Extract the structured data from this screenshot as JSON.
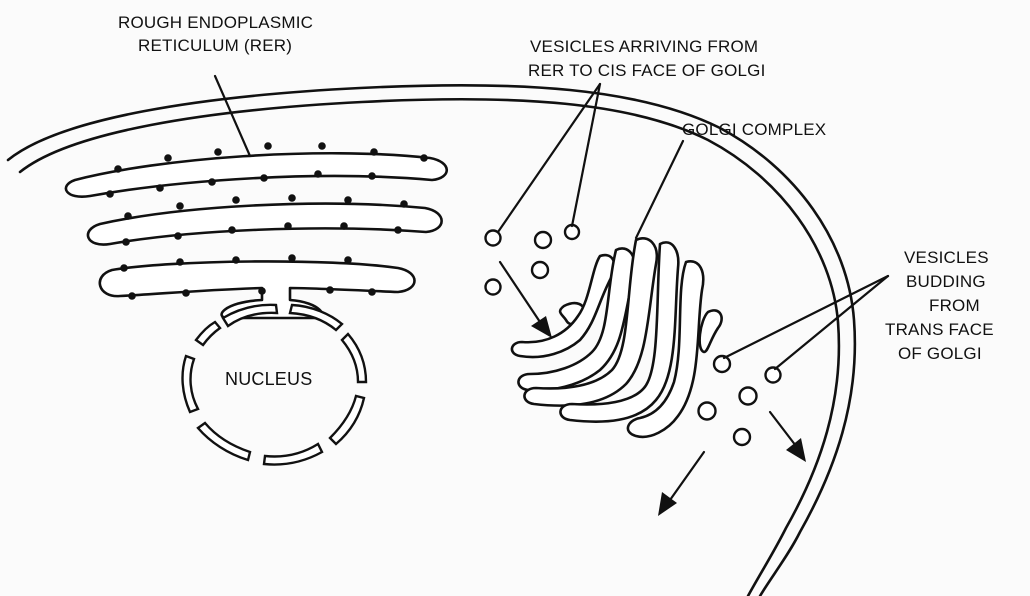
{
  "labels": {
    "rer_line1": "ROUGH ENDOPLASMIC",
    "rer_line2": "RETICULUM (RER)",
    "vesicles_arriving_line1": "VESICLES ARRIVING FROM",
    "vesicles_arriving_line2": "RER TO CIS FACE OF GOLGI",
    "golgi_complex": "GOLGI COMPLEX",
    "vesicles_budding_line1": "VESICLES",
    "vesicles_budding_line2": "BUDDING",
    "vesicles_budding_line3": "FROM",
    "vesicles_budding_line4": "TRANS FACE",
    "vesicles_budding_line5": "OF GOLGI",
    "nucleus": "NUCLEUS"
  },
  "colors": {
    "ink": "#111111",
    "fill": "#ffffff",
    "background": "#fbfbfb"
  }
}
